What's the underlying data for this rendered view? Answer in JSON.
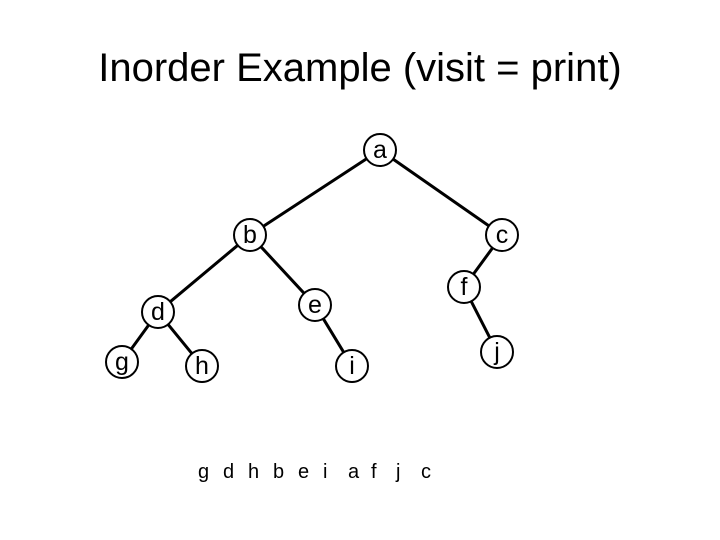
{
  "title": "Inorder Example (visit = print)",
  "tree": {
    "nodes": [
      {
        "id": "a",
        "label": "a"
      },
      {
        "id": "b",
        "label": "b"
      },
      {
        "id": "c",
        "label": "c"
      },
      {
        "id": "d",
        "label": "d"
      },
      {
        "id": "e",
        "label": "e"
      },
      {
        "id": "f",
        "label": "f"
      },
      {
        "id": "g",
        "label": "g"
      },
      {
        "id": "h",
        "label": "h"
      },
      {
        "id": "i",
        "label": "i"
      },
      {
        "id": "j",
        "label": "j"
      }
    ],
    "edges": [
      [
        "a",
        "b"
      ],
      [
        "a",
        "c"
      ],
      [
        "b",
        "d"
      ],
      [
        "b",
        "e"
      ],
      [
        "c",
        "f"
      ],
      [
        "d",
        "g"
      ],
      [
        "d",
        "h"
      ],
      [
        "e",
        "i"
      ],
      [
        "f",
        "j"
      ]
    ]
  },
  "traversal": [
    "g",
    "d",
    "h",
    "b",
    "e",
    "i",
    "a",
    "f",
    "j",
    "c"
  ]
}
